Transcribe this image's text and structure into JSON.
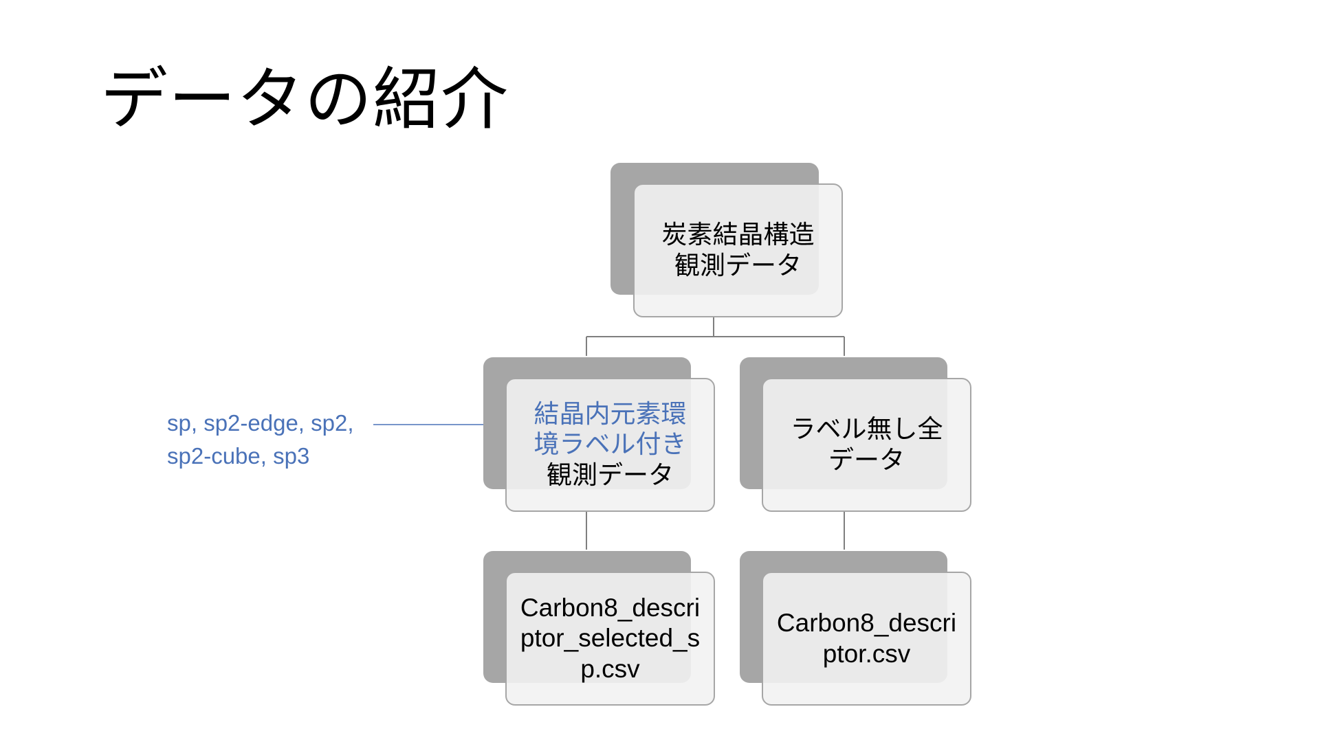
{
  "slide": {
    "title": "データの紹介"
  },
  "diagram": {
    "root": {
      "line1": "炭素結晶構造",
      "line2": "観測データ"
    },
    "left_child": {
      "line1_blue": "結晶内元素環",
      "line2_blue": "境ラベル付き",
      "line3": "観測データ"
    },
    "right_child": {
      "line1": "ラベル無し全",
      "line2": "データ"
    },
    "left_leaf": {
      "line1": "Carbon8_descri",
      "line2": "ptor_selected_s",
      "line3": "p.csv"
    },
    "right_leaf": {
      "line1": "Carbon8_descri",
      "line2": "ptor.csv"
    },
    "annotation": {
      "line1": "sp, sp2-edge, sp2,",
      "line2": "sp2-cube, sp3"
    }
  },
  "colors": {
    "accent_blue": "#4a72b8",
    "shadow_gray": "#a6a6a6",
    "card_fill": "#f2f2f2",
    "connector": "#7f7f7f"
  }
}
